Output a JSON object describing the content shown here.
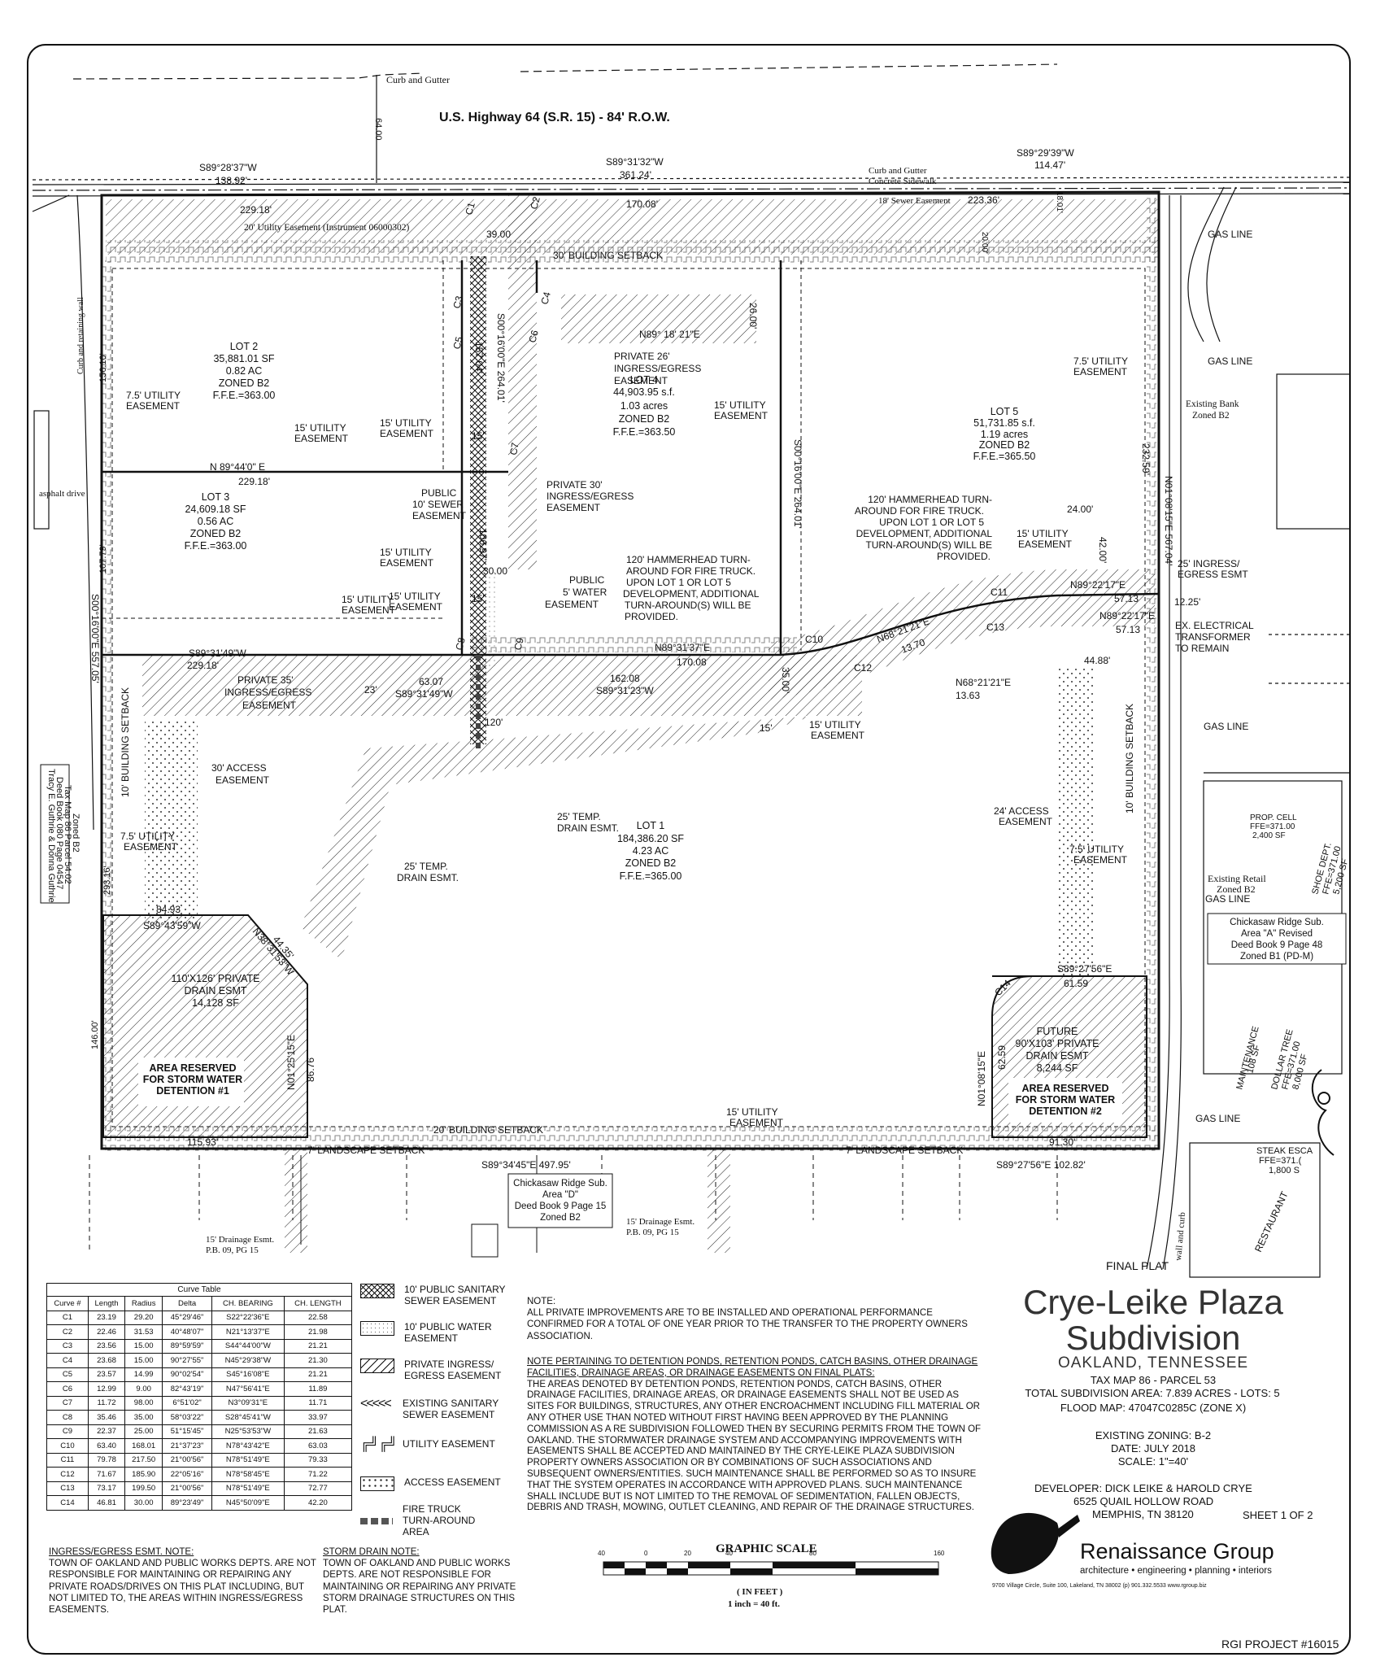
{
  "labels": {
    "curb_gutter_top": "Curb and Gutter",
    "highway": "U.S. Highway 64 (S.R. 15) - 84' R.O.W.",
    "dim_64": "64.00",
    "bearing_nw": "S89°28'37\"W",
    "dist_nw": "138.92'",
    "bearing_n": "S89°31'32\"W",
    "dist_n": "361.24'",
    "bearing_ne": "S89°29'39\"W",
    "dist_ne": "114.47'",
    "curb_gutter_2": "Curb and Gutter",
    "sidewalk": "Concrete Sidewalk",
    "sewer_esmt_18": "18' Sewer Easement",
    "d_223_36": "223.36'",
    "d_18_01": "18.01'",
    "d_229_18_top": "229.18'",
    "utility_esmt_20": "20' Utility Easement (Instrument 06000302)",
    "d_170_08_top": "170.08'",
    "d_39_00": "39.00",
    "d_20_00": "20.00'",
    "building_setback_30": "30' BUILDING SETBACK",
    "gas_line_1": "GAS LINE",
    "gas_line_2": "GAS LINE",
    "gas_line_3": "GAS LINE",
    "gas_line_4": "GAS LINE",
    "gas_line_5": "GAS LINE",
    "asphalt_drive": "asphalt drive",
    "curb_retaining": "Curb and retaining wall",
    "d_156_10": "156.10'",
    "c1": "C1",
    "c2": "C2",
    "c3": "C3",
    "c4": "C4",
    "c5": "C5",
    "c6": "C6",
    "c7": "C7",
    "c8": "C8",
    "c9": "C9",
    "c10": "C10",
    "c11": "C11",
    "c12": "C12",
    "c13": "C13",
    "c14": "C14",
    "d_157_04": "157.04'",
    "s00_264_left": "S00°16'00\"E 264.01'",
    "d_26_00": "26.00'",
    "n89_18_21": "N89° 18' 21\"E",
    "private_26": "PRIVATE 26'",
    "ingress_egress_26": "INGRESS/EGRESS",
    "easement_26": "EASEMENT",
    "lot2_name": "LOT 2",
    "lot2_sf": "35,881.01 SF",
    "lot2_ac": "0.82 AC",
    "lot2_zone": "ZONED B2",
    "lot2_ffe": "F.F.E.=363.00",
    "u75_a": "7.5' UTILITY",
    "u75_a_e": "EASEMENT",
    "u15_a": "15' UTILITY",
    "u15_a_e": "EASEMENT",
    "u15_b": "15' UTILITY",
    "u15_b_e": "EASEMENT",
    "d_15_a": "15'",
    "lot4_name": "LOT 4",
    "lot4_sf": "44,903.95 s.f.",
    "lot4_ac": "1.03 acres",
    "lot4_zone": "ZONED B2",
    "lot4_ffe": "F.F.E.=363.50",
    "u15_c": "15' UTILITY",
    "u15_c_e": "EASEMENT",
    "s00_264_right": "S00°16'00\"E 264.01'",
    "lot5_name": "LOT 5",
    "lot5_sf": "51,731.85 s.f.",
    "lot5_ac": "1.19 acres",
    "lot5_zone": "ZONED B2",
    "lot5_ffe": "F.F.E.=365.50",
    "u75_b": "7.5' UTILITY",
    "u75_b_e": "EASEMENT",
    "d_232_59": "232.59'",
    "n01_567": "N01°08'15\"E 567.04'",
    "existing_bank": "Existing Bank",
    "existing_bank_zone": "Zoned B2",
    "n89_44": "N 89°44'0\" E",
    "d_229_18_mid": "229.18'",
    "public_sewer": "PUBLIC",
    "public_sewer_2": "10' SEWER",
    "public_sewer_e": "EASEMENT",
    "private_30": "PRIVATE 30'",
    "ingress_egress_30": "INGRESS/EGRESS",
    "easement_30": "EASEMENT",
    "lot3_name": "LOT 3",
    "lot3_sf": "24,609.18 SF",
    "lot3_ac": "0.56 AC",
    "lot3_zone": "ZONED B2",
    "lot3_ffe": "F.F.E.=363.00",
    "d_106_97": "106.97'",
    "u15_d": "15' UTILITY",
    "u15_d_e": "EASEMENT",
    "d_30_00": "30.00",
    "hammer_r1": "120' HAMMERHEAD TURN-",
    "hammer_r2": "AROUND FOR FIRE TRUCK.",
    "hammer_r3": "UPON LOT 1 OR LOT 5",
    "hammer_r4": "DEVELOPMENT, ADDITIONAL",
    "hammer_r5": "TURN-AROUND(S) WILL BE",
    "hammer_r6": "PROVIDED.",
    "d_24_00": "24.00'",
    "d_42_00": "42.00'",
    "u15_e": "15' UTILITY",
    "u15_e_e": "EASEMENT",
    "ingress_25": "25' INGRESS/",
    "ingress_25_e": "EGRESS ESMT",
    "n89_22_a": "N89°22'17\"E",
    "d_57_13_a": "57.13",
    "d_12_25": "12.25'",
    "n89_22_b": "N89°22'17\"E",
    "d_57_13_b": "57.13",
    "ex_elec_1": "EX. ELECTRICAL",
    "ex_elec_2": "TRANSFORMER",
    "ex_elec_3": "TO REMAIN",
    "d_107_79": "107.79'",
    "u15_f": "15' UTILITY",
    "u15_f_e": "EASEMENT",
    "hammer_c1": "120' HAMMERHEAD TURN-",
    "hammer_c2": "AROUND FOR FIRE TRUCK.",
    "hammer_c3": "UPON LOT 1 OR LOT 5",
    "hammer_c4": "DEVELOPMENT, ADDITIONAL",
    "hammer_c5": "TURN-AROUND(S) WILL BE",
    "hammer_c6": "PROVIDED.",
    "public_water": "PUBLIC",
    "public_water_2": "5' WATER",
    "public_water_e": "EASEMENT",
    "d_15_b": "15'",
    "u15_g": "15' UTILITY",
    "u15_g_e": "EASEMENT",
    "s00_557": "S00°16'00\"E 557.05'",
    "s89_31_49_a": "S89°31'49\"W",
    "d_229_18_low": "229.18'",
    "n89_31_37": "N89°31'37\"E",
    "d_170_08_low": "170.08",
    "n68_13_70": "N68°21'21\"E",
    "d_13_70": "13.70",
    "n68_13_63": "N68°21'21\"E",
    "d_13_63": "13.63",
    "d_44_88": "44.88'",
    "private_35": "PRIVATE 35'",
    "ingress_egress_35": "INGRESS/EGRESS",
    "easement_35": "EASEMENT",
    "d_23": "23'",
    "d_63_07": "63.07",
    "s89_31_49_b": "S89°31'49\"W",
    "d_162_08": "162.08",
    "s89_31_23": "S89°31'23\"W",
    "d_35_00": "35.00'",
    "d_120": "120'",
    "d_15_c": "15'",
    "u15_h": "15' UTILITY",
    "u15_h_e": "EASEMENT",
    "building_setback_10_l": "10' BUILDING SETBACK",
    "building_setback_10_r": "10' BUILDING SETBACK",
    "access_30": "30' ACCESS",
    "access_30_e": "EASEMENT",
    "guthrie_1": "Tracy E. Guthrie & Donna Guthrie",
    "guthrie_2": "Deed Book 080 Page 04547",
    "guthrie_3": "Tax Map 86 Parcel 54.02",
    "guthrie_4": "Zoned B2",
    "temp_drain_a": "25' TEMP.",
    "temp_drain_a_e": "DRAIN ESMT.",
    "lot1_name": "LOT 1",
    "lot1_sf": "184,386.20 SF",
    "lot1_ac": "4.23 AC",
    "lot1_zone": "ZONED B2",
    "lot1_ffe": "F.F.E.=365.00",
    "access_24": "24' ACCESS",
    "access_24_e": "EASEMENT",
    "u75_c": "7.5' UTILITY",
    "u75_c_e": "EASEMENT",
    "u75_d": "7.5' UTILITY",
    "u75_d_e": "EASEMENT",
    "temp_drain_b": "25' TEMP.",
    "temp_drain_b_e": "DRAIN ESMT.",
    "prop_cell_1": "PROP. CELL",
    "prop_cell_2": "FFE=371.00",
    "prop_cell_3": "2,400 SF",
    "shoe_dept": "SHOE DEPT.",
    "shoe_ffe": "FFE=371.00",
    "shoe_sf": "5,200 SF",
    "existing_retail": "Existing Retail",
    "existing_retail_zone": "Zoned B2",
    "d_293_16": "293.16'",
    "d_84_93": "84.93",
    "s89_43_59": "S89°43'59\"W",
    "n38_31": "N38°31'53\"W",
    "d_44_35": "44.35'",
    "chick_a_1": "Chickasaw Ridge Sub.",
    "chick_a_2": "Area \"A\" Revised",
    "chick_a_3": "Deed Book 9 Page 48",
    "chick_a_4": "Zoned B1 (PD-M)",
    "s89_27_56_a": "S89°27'56\"E",
    "d_61_59": "61.59",
    "drain_110_1": "110'X126' PRIVATE",
    "drain_110_2": "DRAIN ESMT",
    "drain_110_3": "14,128 SF",
    "d_146_00": "146.00'",
    "n01_25_15": "N01°25'15\"E",
    "d_86_76": "86.76",
    "storm_1_a": "AREA RESERVED",
    "storm_1_b": "FOR STORM WATER",
    "storm_1_c": "DETENTION #1",
    "future_1": "FUTURE",
    "future_2": "90'X103' PRIVATE",
    "future_3": "DRAIN ESMT",
    "future_4": "8,244 SF",
    "n01_08_62": "N01°08'15\"E",
    "d_62_59": "62.59",
    "storm_2_a": "AREA RESERVED",
    "storm_2_b": "FOR STORM WATER",
    "storm_2_c": "DETENTION #2",
    "maintenance": "MAINTENANCE",
    "maint_sf": "108 SF",
    "dollar_tree": "DOLLAR TREE",
    "dollar_ffe": "FFE=371.00",
    "dollar_sf": "8,000 SF",
    "u15_i": "15' UTILITY",
    "u15_i_e": "EASEMENT",
    "building_setback_20": "20' BUILDING SETBACK",
    "d_115_93": "115.93'",
    "landscape_7_a": "7' LANDSCAPE SETBACK",
    "landscape_7_b": "7' LANDSCAPE SETBACK",
    "d_91_30": "91.30'",
    "s89_34_45": "S89°34'45\"E 497.95'",
    "s89_27_56_b": "S89°27'56\"E 102.82'",
    "steak_1": "STEAK ESCA",
    "steak_2": "FFE=371.(",
    "steak_3": "1,800 S",
    "restaurant": "RESTAURANT",
    "chick_d_1": "Chickasaw Ridge Sub.",
    "chick_d_2": "Area \"D\"",
    "chick_d_3": "Deed Book 9 Page 15",
    "chick_d_4": "Zoned B2",
    "drain_15_a": "15' Drainage Esmt.",
    "drain_15_a_2": "P.B. 09, PG 15",
    "drain_15_b": "15' Drainage Esmt.",
    "drain_15_b_2": "P.B. 09, PG 15",
    "wall_curb": "wall and curb"
  },
  "curve_table": {
    "title": "Curve Table",
    "headers": [
      "Curve #",
      "Length",
      "Radius",
      "Delta",
      "CH. BEARING",
      "CH. LENGTH"
    ],
    "rows": [
      [
        "C1",
        "23.19",
        "29.20",
        "45°29'46\"",
        "S22°22'36\"E",
        "22.58"
      ],
      [
        "C2",
        "22.46",
        "31.53",
        "40°48'07\"",
        "N21°13'37\"E",
        "21.98"
      ],
      [
        "C3",
        "23.56",
        "15.00",
        "89°59'59\"",
        "S44°44'00\"W",
        "21.21"
      ],
      [
        "C4",
        "23.68",
        "15.00",
        "90°27'55\"",
        "N45°29'38\"W",
        "21.30"
      ],
      [
        "C5",
        "23.57",
        "14.99",
        "90°02'54\"",
        "S45°16'08\"E",
        "21.21"
      ],
      [
        "C6",
        "12.99",
        "9.00",
        "82°43'19\"",
        "N47°56'41\"E",
        "11.89"
      ],
      [
        "C7",
        "11.72",
        "98.00",
        "6°51'02\"",
        "N3°09'31\"E",
        "11.71"
      ],
      [
        "C8",
        "35.46",
        "35.00",
        "58°03'22\"",
        "S28°45'41\"W",
        "33.97"
      ],
      [
        "C9",
        "22.37",
        "25.00",
        "51°15'45\"",
        "N25°53'53\"W",
        "21.63"
      ],
      [
        "C10",
        "63.40",
        "168.01",
        "21°37'23\"",
        "N78°43'42\"E",
        "63.03"
      ],
      [
        "C11",
        "79.78",
        "217.50",
        "21°00'56\"",
        "N78°51'49\"E",
        "79.33"
      ],
      [
        "C12",
        "71.67",
        "185.90",
        "22°05'16\"",
        "N78°58'45\"E",
        "71.22"
      ],
      [
        "C13",
        "73.17",
        "199.50",
        "21°00'56\"",
        "N78°51'49\"E",
        "72.77"
      ],
      [
        "C14",
        "46.81",
        "30.00",
        "89°23'49\"",
        "N45°50'09\"E",
        "42.20"
      ]
    ]
  },
  "legend": [
    {
      "label": "10' PUBLIC SANITARY SEWER EASEMENT"
    },
    {
      "label": "10' PUBLIC WATER EASEMENT"
    },
    {
      "label": "PRIVATE INGRESS/ EGRESS EASEMENT"
    },
    {
      "label": "EXISTING SANITARY SEWER EASEMENT"
    },
    {
      "label": "UTILITY EASEMENT"
    },
    {
      "label": "ACCESS EASEMENT"
    },
    {
      "label": "FIRE TRUCK TURN-AROUND AREA"
    }
  ],
  "notes": {
    "note_title": "NOTE:",
    "note_body": "ALL PRIVATE IMPROVEMENTS ARE TO BE INSTALLED AND OPERATIONAL PERFORMANCE CONFIRMED FOR A TOTAL OF ONE YEAR PRIOR TO THE TRANSFER TO THE PROPERTY OWNERS ASSOCIATION.",
    "detention_title": "NOTE PERTAINING TO DETENTION PONDS, RETENTION PONDS, CATCH BASINS, OTHER DRAINAGE FACILITIES, DRAINAGE AREAS, OR DRAINAGE EASEMENTS ON FINAL PLATS:",
    "detention_body": "THE AREAS DENOTED BY DETENTION PONDS, RETENTION PONDS, CATCH BASINS, OTHER DRAINAGE FACILITIES, DRAINAGE AREAS, OR DRAINAGE EASEMENTS SHALL NOT BE USED AS SITES FOR BUILDINGS, STRUCTURES, ANY OTHER ENCROACHMENT INCLUDING FILL MATERIAL OR ANY OTHER USE THAN NOTED WITHOUT FIRST HAVING BEEN APPROVED BY THE PLANNING COMMISSION AS A RE SUBDIVISION FOLLOWED THEN BY SECURING PERMITS FROM THE TOWN OF OAKLAND. THE STORMWATER DRAINAGE SYSTEM AND ACCOMPANYING IMPROVEMENTS WITH EASEMENTS SHALL BE ACCEPTED AND MAINTAINED BY THE CRYE-LEIKE PLAZA SUBDIVISION PROPERTY OWNERS ASSOCIATION OR BY COMBINATIONS OF SUCH ASSOCIATIONS AND SUBSEQUENT OWNERS/ENTITIES. SUCH MAINTENANCE SHALL BE PERFORMED SO AS TO INSURE THAT THE SYSTEM OPERATES IN ACCORDANCE WITH APPROVED PLANS. SUCH MAINTENANCE SHALL INCLUDE BUT IS NOT LIMITED TO THE REMOVAL OF SEDIMENTATION, FALLEN OBJECTS, DEBRIS AND TRASH, MOWING, OUTLET CLEANING, AND REPAIR OF THE DRAINAGE STRUCTURES.",
    "ingress_title": "INGRESS/EGRESS ESMT. NOTE:",
    "ingress_body": "TOWN OF OAKLAND AND PUBLIC WORKS DEPTS. ARE NOT RESPONSIBLE FOR MAINTAINING OR REPAIRING ANY PRIVATE ROADS/DRIVES ON THIS PLAT INCLUDING, BUT NOT LIMITED TO, THE AREAS WITHIN INGRESS/EGRESS EASEMENTS.",
    "storm_title": "STORM DRAIN NOTE:",
    "storm_body": "TOWN OF OAKLAND AND PUBLIC WORKS DEPTS. ARE NOT RESPONSIBLE FOR MAINTAINING OR REPAIRING ANY PRIVATE STORM DRAINAGE STRUCTURES ON THIS PLAT."
  },
  "scale_bar": {
    "title": "GRAPHIC SCALE",
    "ticks": [
      "40",
      "0",
      "20",
      "40",
      "80",
      "160"
    ],
    "unit": "( IN FEET )",
    "ratio": "1 inch = 40 ft."
  },
  "title_block": {
    "final_plat": "FINAL PLAT",
    "name_1": "Crye-Leike Plaza",
    "name_2": "Subdivision",
    "location": "OAKLAND, TENNESSEE",
    "tax_map": "TAX MAP 86 - PARCEL 53",
    "total_area": "TOTAL SUBDIVISION AREA: 7.839 ACRES - LOTS: 5",
    "flood_map": "FLOOD MAP: 47047C0285C (ZONE X)",
    "zoning": "EXISTING ZONING: B-2",
    "date": "DATE: JULY 2018",
    "scale": "SCALE: 1\"=40'",
    "developer_1": "DEVELOPER: DICK LEIKE & HAROLD CRYE",
    "developer_2": "6525 QUAIL HOLLOW ROAD",
    "developer_3": "MEMPHIS, TN 38120",
    "sheet": "SHEET 1 OF 2",
    "company": "Renaissance Group",
    "tagline": "architecture • engineering • planning • interiors",
    "address": "9700 Village Circle, Suite 100, Lakeland, TN 38002 (p) 901.332.5533 www.rgroup.biz",
    "project": "RGI PROJECT #16015"
  }
}
